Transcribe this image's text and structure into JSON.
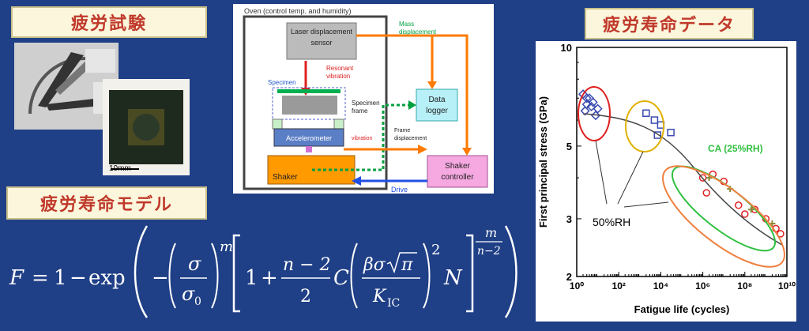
{
  "titles": {
    "fatigue_test": "疲労試験",
    "fatigue_model": "疲労寿命モデル",
    "fatigue_data": "疲労寿命データ"
  },
  "photo": {
    "scale_bar": "10mm"
  },
  "diagram": {
    "enclosure": "Oven (control temp. and humidity)",
    "laser": [
      "Laser displacement",
      "sensor"
    ],
    "resonant": [
      "Resonant",
      "vibration"
    ],
    "specimen": "Specimen",
    "specimen_frame": [
      "Specimen",
      "frame"
    ],
    "accelerometer": "Accelerometer",
    "vibration": "vibration",
    "shaker": "Shaker",
    "data_logger": [
      "Data",
      "logger"
    ],
    "mass_displacement": [
      "Mass",
      "displacement"
    ],
    "frame_displacement": [
      "Frame",
      "displacement"
    ],
    "shaker_controller": [
      "Shaker",
      "controller"
    ],
    "drive": "Drive"
  },
  "formula": {
    "F": "F",
    "eq": "=",
    "one": "1",
    "minus": "−",
    "exp": "exp",
    "sigma": "σ",
    "sigma0_base": "σ",
    "sigma0_sub": "0",
    "m": "m",
    "plus": "+",
    "n_minus_2": "n − 2",
    "two": "2",
    "C": "C",
    "beta_sigma": "βσ",
    "pi": "π",
    "K_base": "K",
    "K_sub": "IC",
    "sq": "2",
    "N": "N",
    "exp_num": "m",
    "exp_den": "n−2"
  },
  "chart_data": {
    "type": "scatter",
    "xlabel": "Fatigue life (cycles)",
    "ylabel": "First principal stress (GPa)",
    "x_scale": "log",
    "y_scale": "log",
    "xlim": [
      1,
      10000000000
    ],
    "ylim": [
      2,
      10
    ],
    "x_tick_labels": [
      "10⁰",
      "10²",
      "10⁴",
      "10⁶",
      "10⁸",
      "10¹⁰"
    ],
    "y_tick_labels": [
      "10",
      "5",
      "3",
      "2"
    ],
    "annotations": [
      "50%RH",
      "CA (25%RH)"
    ],
    "series": [
      {
        "marker": "diamond",
        "color": "#3a4bb0",
        "x": [
          2,
          3,
          4,
          2.5,
          5,
          8,
          3,
          6,
          10
        ],
        "y": [
          7.2,
          7.0,
          7.0,
          6.4,
          6.6,
          6.2,
          6.7,
          6.8,
          6.5
        ]
      },
      {
        "marker": "square",
        "color": "#3a4bb0",
        "x": [
          2000,
          5000,
          10000,
          30000,
          7000
        ],
        "y": [
          6.3,
          6.0,
          5.8,
          5.5,
          5.4
        ]
      },
      {
        "marker": "circle",
        "color": "#e02020",
        "x": [
          1000000,
          3000000,
          10000000,
          1500000,
          50000000,
          100000000,
          300000000,
          1000000000,
          3000000000,
          5000000000
        ],
        "y": [
          4.0,
          4.1,
          3.9,
          3.6,
          3.3,
          3.1,
          3.2,
          3.0,
          2.8,
          2.7
        ]
      },
      {
        "marker": "plus",
        "color": "#8a8a3a",
        "x": [
          2000000,
          20000000,
          200000000,
          2000000000
        ],
        "y": [
          4.0,
          3.7,
          3.2,
          2.9
        ]
      }
    ]
  }
}
